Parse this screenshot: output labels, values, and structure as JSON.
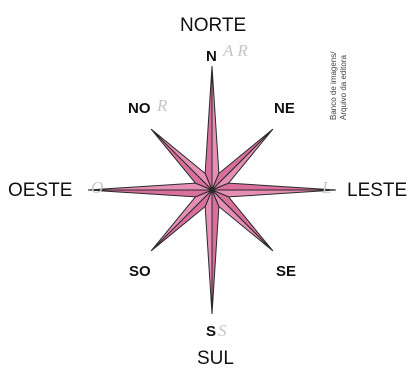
{
  "diagram": {
    "labels": {
      "norte": "NORTE",
      "sul": "SUL",
      "leste": "LESTE",
      "oeste": "OESTE",
      "n": "N",
      "s": "S",
      "ne": "NE",
      "no": "NO",
      "se": "SE",
      "so": "SO"
    },
    "handwritten": {
      "north": "A R",
      "northwest": "R",
      "east": "L",
      "west": "O",
      "south": "S"
    },
    "credit": {
      "line1": "Banco de imagens/",
      "line2": "Arquivo da editora"
    },
    "colors": {
      "star_fill": "#e58fb4",
      "star_fill_dark": "#d86f9d",
      "star_outline": "#2b2b2b"
    }
  }
}
